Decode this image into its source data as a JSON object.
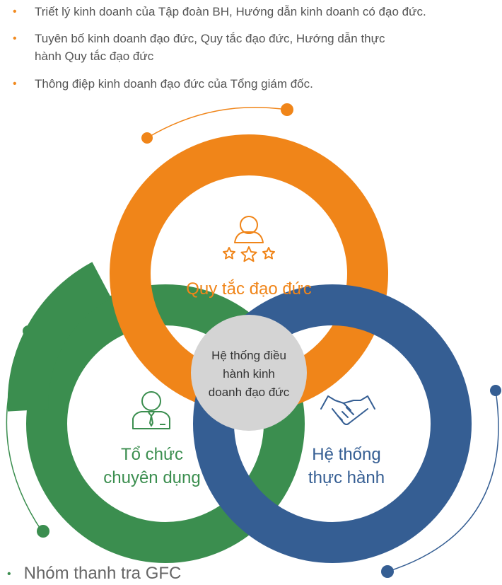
{
  "bullets": [
    {
      "text": "Triết lý kinh doanh của Tập đoàn BH, Hướng dẫn kinh doanh có đạo đức."
    },
    {
      "text_lines": [
        "Tuyên bố kinh doanh đạo đức, Quy tắc đạo đức, Hướng dẫn thực",
        "hành Quy tắc đạo đức"
      ]
    },
    {
      "text": "Thông điệp kinh doanh đạo đức của Tổng giám đốc."
    }
  ],
  "rings": {
    "top": {
      "label": "Quy tắc đạo đức",
      "icon": "user-stars-icon",
      "color": "#f08519"
    },
    "left": {
      "label_lines": [
        "Tổ chức",
        "chuyên dụng"
      ],
      "icon": "businessman-icon",
      "color": "#3b8e4f"
    },
    "right": {
      "label_lines": [
        "Hệ thống",
        "thực hành"
      ],
      "icon": "handshake-icon",
      "color": "#355e93"
    }
  },
  "center": {
    "lines": [
      "Hệ thống điều",
      "hành kinh",
      "doanh đạo đức"
    ],
    "color": "#d4d4d4"
  },
  "footer": {
    "text": "Nhóm thanh tra GFC"
  },
  "colors": {
    "bullet_dot": "#f18a1f",
    "body_text": "#555555"
  }
}
